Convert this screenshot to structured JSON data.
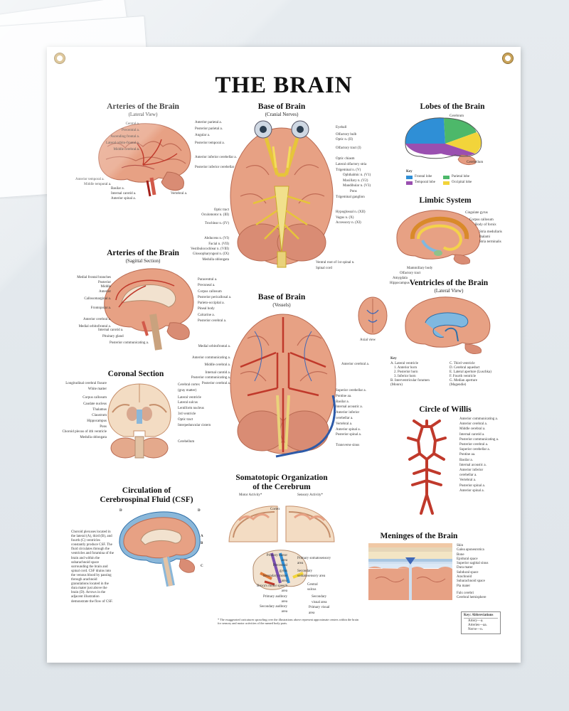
{
  "poster": {
    "title": "THE BRAIN"
  },
  "panels": {
    "arteries_lateral": {
      "title": "Arteries of the Brain",
      "subtitle": "(Lateral View)",
      "labels_left": [
        "Central a.",
        "Precentral a.",
        "Ascending frontal a.",
        "Lateral orbito-frontal a.",
        "Middle cerebral a.",
        "Anterior temporal a.",
        "Middle temporal a."
      ],
      "labels_right": [
        "Anterior parietal a.",
        "Posterior parietal a.",
        "Angular a.",
        "Posterior temporal a.",
        "Anterior inferior cerebellar a.",
        "Posterior inferior cerebellar a."
      ],
      "labels_bottom": [
        "Basilar a.",
        "Internal carotid a.",
        "Anterior spinal a.",
        "Vertebral a."
      ]
    },
    "base_cranial": {
      "title": "Base of Brain",
      "subtitle": "(Cranial Nerves)",
      "labels_right": [
        "Eyeball",
        "Olfactory bulb",
        "Optic n. (II)",
        "Olfactory tract (I)",
        "Optic chiasm",
        "Lateral olfactory stria",
        "Trigeminal n. (V)",
        "Ophthalmic n. (V1)",
        "Maxillary n. (V2)",
        "Mandibular n. (V3)",
        "Pons",
        "Trigeminal ganglion",
        "Hypoglossal n. (XII)",
        "Vagus n. (X)",
        "Accessory n. (XI)"
      ],
      "labels_left": [
        "Optic tract",
        "Oculomotor n. (III)",
        "Trochlear n. (IV)",
        "Abducens n. (VI)",
        "Facial n. (VII)",
        "Vestibulocochlear n. (VIII)",
        "Glossopharyngeal n. (IX)",
        "Medulla oblongata"
      ],
      "labels_bottom": [
        "Ventral root of 1st spinal n.",
        "Spinal cord"
      ]
    },
    "lobes": {
      "title": "Lobes of the Brain",
      "labels": [
        "Cerebrum",
        "Cerebellum"
      ],
      "key_title": "Key",
      "key": [
        {
          "name": "Frontal lobe",
          "color": "#2f8fd6"
        },
        {
          "name": "Parietal lobe",
          "color": "#4db86a"
        },
        {
          "name": "Temporal lobe",
          "color": "#9a4fb0"
        },
        {
          "name": "Occipital lobe",
          "color": "#f2d43a"
        }
      ]
    },
    "limbic": {
      "title": "Limbic System",
      "labels_right": [
        "Cingulate gyrus",
        "Corpus callosum",
        "Body of fornix",
        "Stria medullaris thalami",
        "Stria terminalis"
      ],
      "labels_left": [
        "Mammillary body",
        "Olfactory tract",
        "Amygdala",
        "Hippocampus"
      ]
    },
    "arteries_sagittal": {
      "title": "Arteries of the Brain",
      "subtitle": "(Sagittal Section)",
      "labels_left": [
        "Medial frontal branches",
        "Posterior",
        "Middle",
        "Anterior",
        "Callosomarginal a.",
        "Frontopolar a.",
        "Anterior cerebral a.",
        "Medial orbitofrontal a."
      ],
      "labels_right": [
        "Paracentral a.",
        "Precuneal a.",
        "Corpus callosum",
        "Posterior pericallosal a.",
        "Parieto-occipital a.",
        "Pineal body",
        "Calcarine a.",
        "Posterior cerebral a."
      ],
      "labels_bottom": [
        "Internal carotid a.",
        "Pituitary gland",
        "Posterior communicating a."
      ]
    },
    "base_vessels": {
      "title": "Base of Brain",
      "subtitle": "(Vessels)",
      "labels_left": [
        "Medial orbitofrontal a.",
        "Anterior communicating a.",
        "Middle cerebral a.",
        "Internal carotid a.",
        "Posterior communicating a.",
        "Posterior cerebral a."
      ],
      "labels_right": [
        "Anterior cerebral a.",
        "Superior cerebellar a.",
        "Pontine aa.",
        "Basilar a.",
        "Internal acoustic a.",
        "Anterior inferior cerebellar a.",
        "Vertebral a.",
        "Anterior spinal a.",
        "Posterior spinal a.",
        "Transverse sinus"
      ]
    },
    "axial": {
      "caption": "Axial view"
    },
    "ventricles": {
      "title": "Ventricles of the Brain",
      "subtitle": "(Lateral View)",
      "key_title": "Key",
      "key": [
        "A. Lateral ventricle",
        "1. Anterior horn",
        "2. Posterior horn",
        "3. Inferior horn",
        "B. Interventricular foramen (Monro)",
        "C. Third ventricle",
        "D. Cerebral aqueduct",
        "E. Lateral aperture (Luschka)",
        "F. Fourth ventricle",
        "G. Median aperture (Magendie)"
      ]
    },
    "coronal": {
      "title": "Coronal Section",
      "labels_left": [
        "Longitudinal cerebral fissure",
        "White matter",
        "Corpus callosum",
        "Caudate nucleus",
        "Thalamus",
        "Claustrum",
        "Hippocampus",
        "Pons",
        "Choroid plexus of 4th ventricle",
        "Medulla oblongata"
      ],
      "labels_right": [
        "Cerebral cortex (gray matter)",
        "Lateral ventricle",
        "Lateral sulcus",
        "Lentiform nucleus",
        "3rd ventricle",
        "Optic tract",
        "Interpeduncular cistern",
        "Cerebellum"
      ]
    },
    "willis": {
      "title": "Circle of Willis",
      "labels": [
        "Anterior communicating a.",
        "Anterior cerebral a.",
        "Middle cerebral a.",
        "Internal carotid a.",
        "Posterior communicating a.",
        "Posterior cerebral a.",
        "Superior cerebellar a.",
        "Pontine aa.",
        "Basilar a.",
        "Internal acoustic a.",
        "Anterior inferior cerebellar a.",
        "Vertebral a.",
        "Posterior spinal a.",
        "Anterior spinal a."
      ]
    },
    "csf": {
      "title_line1": "Circulation of",
      "title_line2": "Cerebrospinal Fluid (CSF)",
      "letters": [
        "D",
        "D",
        "A",
        "B",
        "C"
      ],
      "paragraph": "Choroid plexuses located in the lateral (A), third (B), and fourth (C) ventricles constantly produce CSF. The fluid circulates through the ventricles and foramina of the brain and within the subarachnoid space surrounding the brain and spinal cord. CSF drains into the venous blood by passing through arachnoid granulations located in the dura mater just above the brain (D). Arrows in the adjacent illustration demonstrate the flow of CSF."
    },
    "somatotopic": {
      "title_line1": "Somatotopic Organization",
      "title_line2": "of the Cerebrum",
      "motor": "Motor Activity*",
      "sensory": "Sensory Activity*",
      "cortex": "Cortex",
      "labels_left": [
        "Primary motor area",
        "Precentral gyrus",
        "Secondary motor area",
        "Broca's motor speech area",
        "Primary auditory area",
        "Secondary auditory area"
      ],
      "labels_right": [
        "Primary somatosensory area",
        "Secondary somatosensory area",
        "Central sulcus",
        "Secondary visual area",
        "Primary visual area"
      ],
      "footnote": "* The exaggerated caricatures sprawling over the illustrations above represent approximate centers within the brain for sensory and motor activities of the named body parts."
    },
    "meninges": {
      "title": "Meninges of the Brain",
      "labels": [
        "Skin",
        "Galea aponeurotica",
        "Bone",
        "Epidural space",
        "Superior sagittal sinus",
        "Dura mater",
        "Subdural space",
        "Arachnoid",
        "Subarachnoid space",
        "Pia mater",
        "Falx cerebri",
        "Cerebral hemisphere"
      ]
    },
    "abbreviations": {
      "title": "Key: Abbreviations",
      "items": [
        "Artery—a.",
        "Arteries—aa.",
        "Nerve—n."
      ]
    }
  }
}
